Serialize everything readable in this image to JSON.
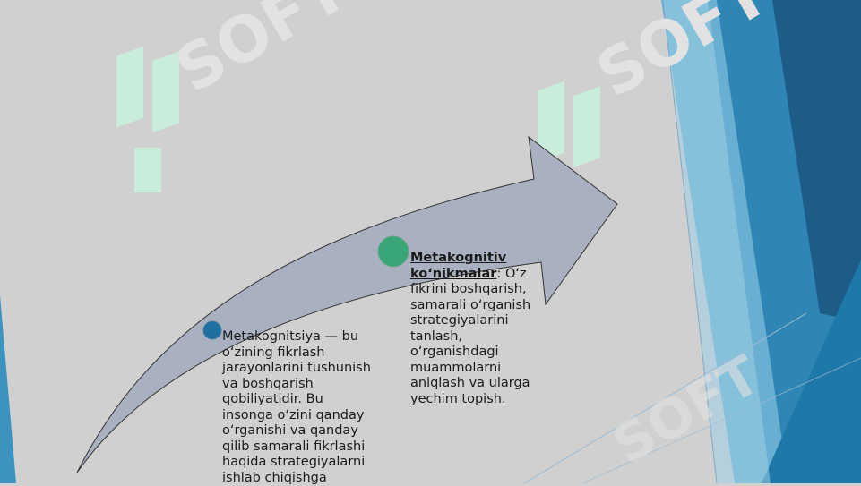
{
  "slide": {
    "watermark_text": "SOFT",
    "accent_colors": {
      "background": "#d0d0d0",
      "arrow_fill": "#a9b1c0",
      "dot_blue": "#1f6fa0",
      "dot_green": "#3aa677",
      "panel_dark": "#1d5c86",
      "panel_mid": "#2f86b4",
      "panel_light": "#68afd1",
      "watermark": "#c9f0dd"
    },
    "point_one": {
      "text": "Metakognitsiya — bu\no‘zining fikrlash\njarayonlarini tushunish\nva boshqarish\nqobiliyatidir. Bu\ninsonga o‘zini qanday\no‘rganishi va qanday\nqilib samarali fikrlashi\nhaqida strategiyalarni\nishlab chiqishga"
    },
    "point_two": {
      "title": "Metakognitiv\nko‘nikmalar",
      "text": ": O‘z\nfikrini boshqarish,\nsamarali o‘rganish\nstrategiyalarini\ntanlash,\no‘rganishdagi\nmuammolarni\naniqlash va ularga\nyechim topish."
    }
  }
}
